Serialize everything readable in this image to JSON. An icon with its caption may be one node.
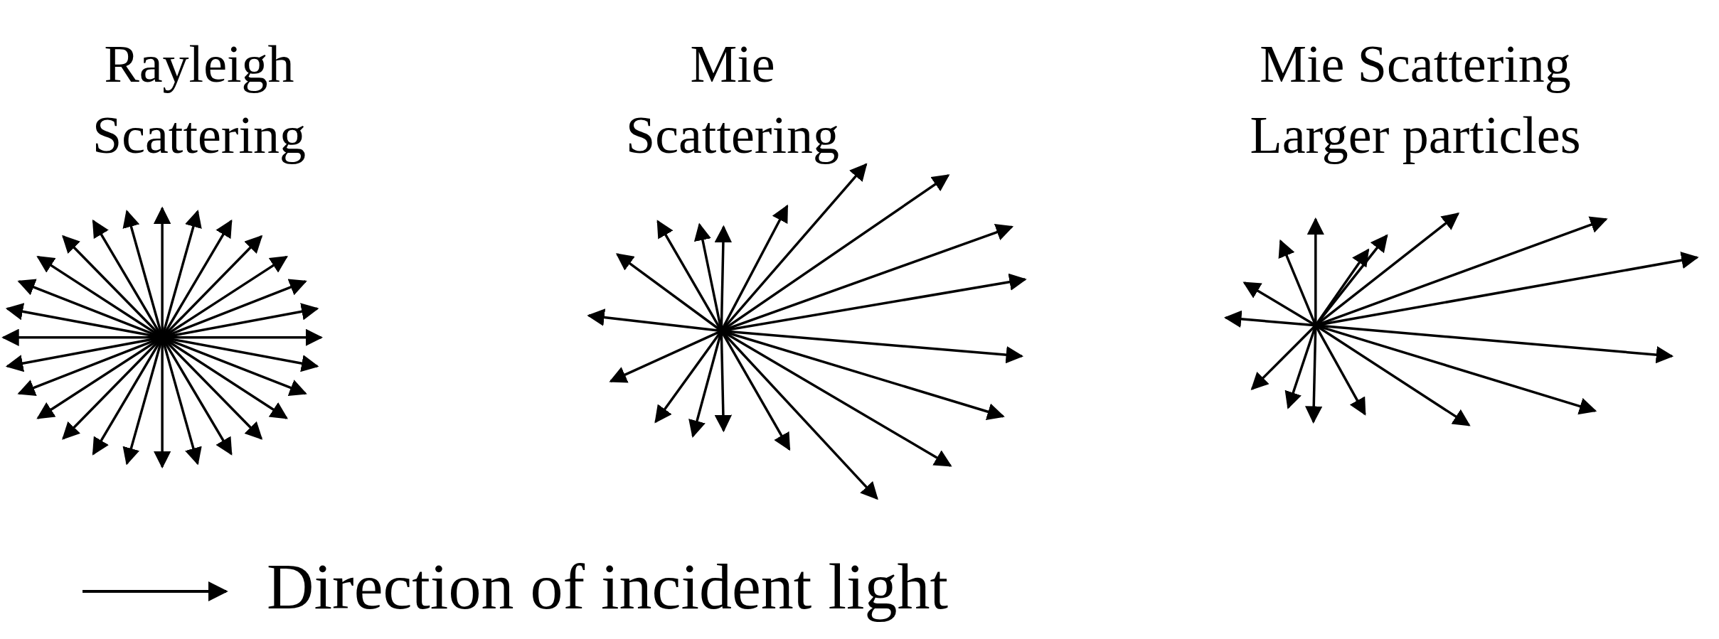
{
  "diagram": {
    "labels": [
      "Rayleigh Scattering",
      "Mie Scattering",
      "Mie Scattering Larger particles"
    ],
    "legend": [
      {
        "text": "Direction of incident light"
      }
    ]
  }
}
